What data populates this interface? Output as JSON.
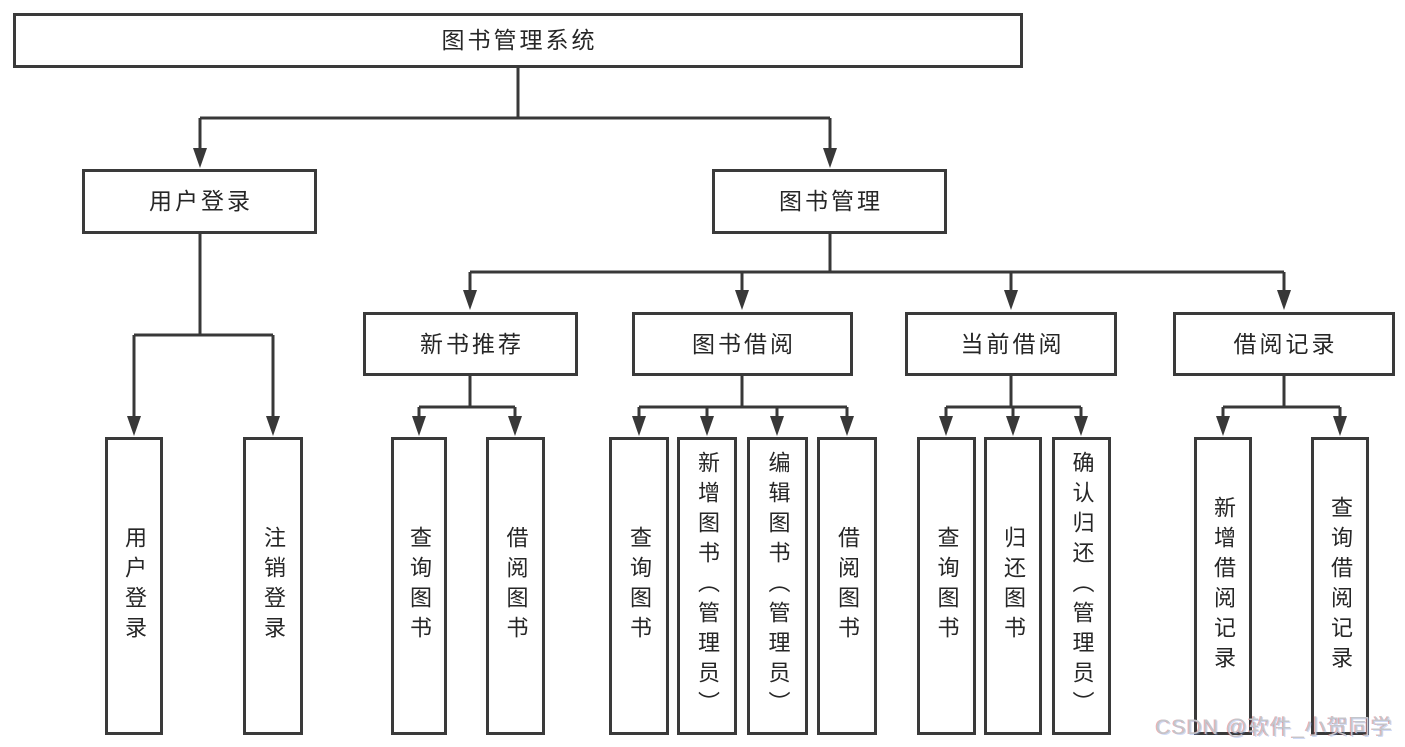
{
  "tree": {
    "root": {
      "label": "图书管理系统"
    },
    "user_login": {
      "label": "用户登录",
      "children": [
        {
          "label": "用户登录"
        },
        {
          "label": "注销登录"
        }
      ]
    },
    "book_management": {
      "label": "图书管理",
      "modules": [
        {
          "label": "新书推荐",
          "children": [
            {
              "label": "查询图书"
            },
            {
              "label": "借阅图书"
            }
          ]
        },
        {
          "label": "图书借阅",
          "children": [
            {
              "label": "查询图书"
            },
            {
              "label": "新增图书（管理员）"
            },
            {
              "label": "编辑图书（管理员）"
            },
            {
              "label": "借阅图书"
            }
          ]
        },
        {
          "label": "当前借阅",
          "children": [
            {
              "label": "查询图书"
            },
            {
              "label": "归还图书"
            },
            {
              "label": "确认归还（管理员）"
            }
          ]
        },
        {
          "label": "借阅记录",
          "children": [
            {
              "label": "新增借阅记录"
            },
            {
              "label": "查询借阅记录"
            }
          ]
        }
      ]
    }
  },
  "watermark": {
    "text": "CSDN @软件_小贺同学"
  },
  "colors": {
    "line": "#383838",
    "box_border": "#3a3a3a",
    "background": "#ffffff",
    "text": "#262626",
    "watermark": "#c3c6cb"
  }
}
